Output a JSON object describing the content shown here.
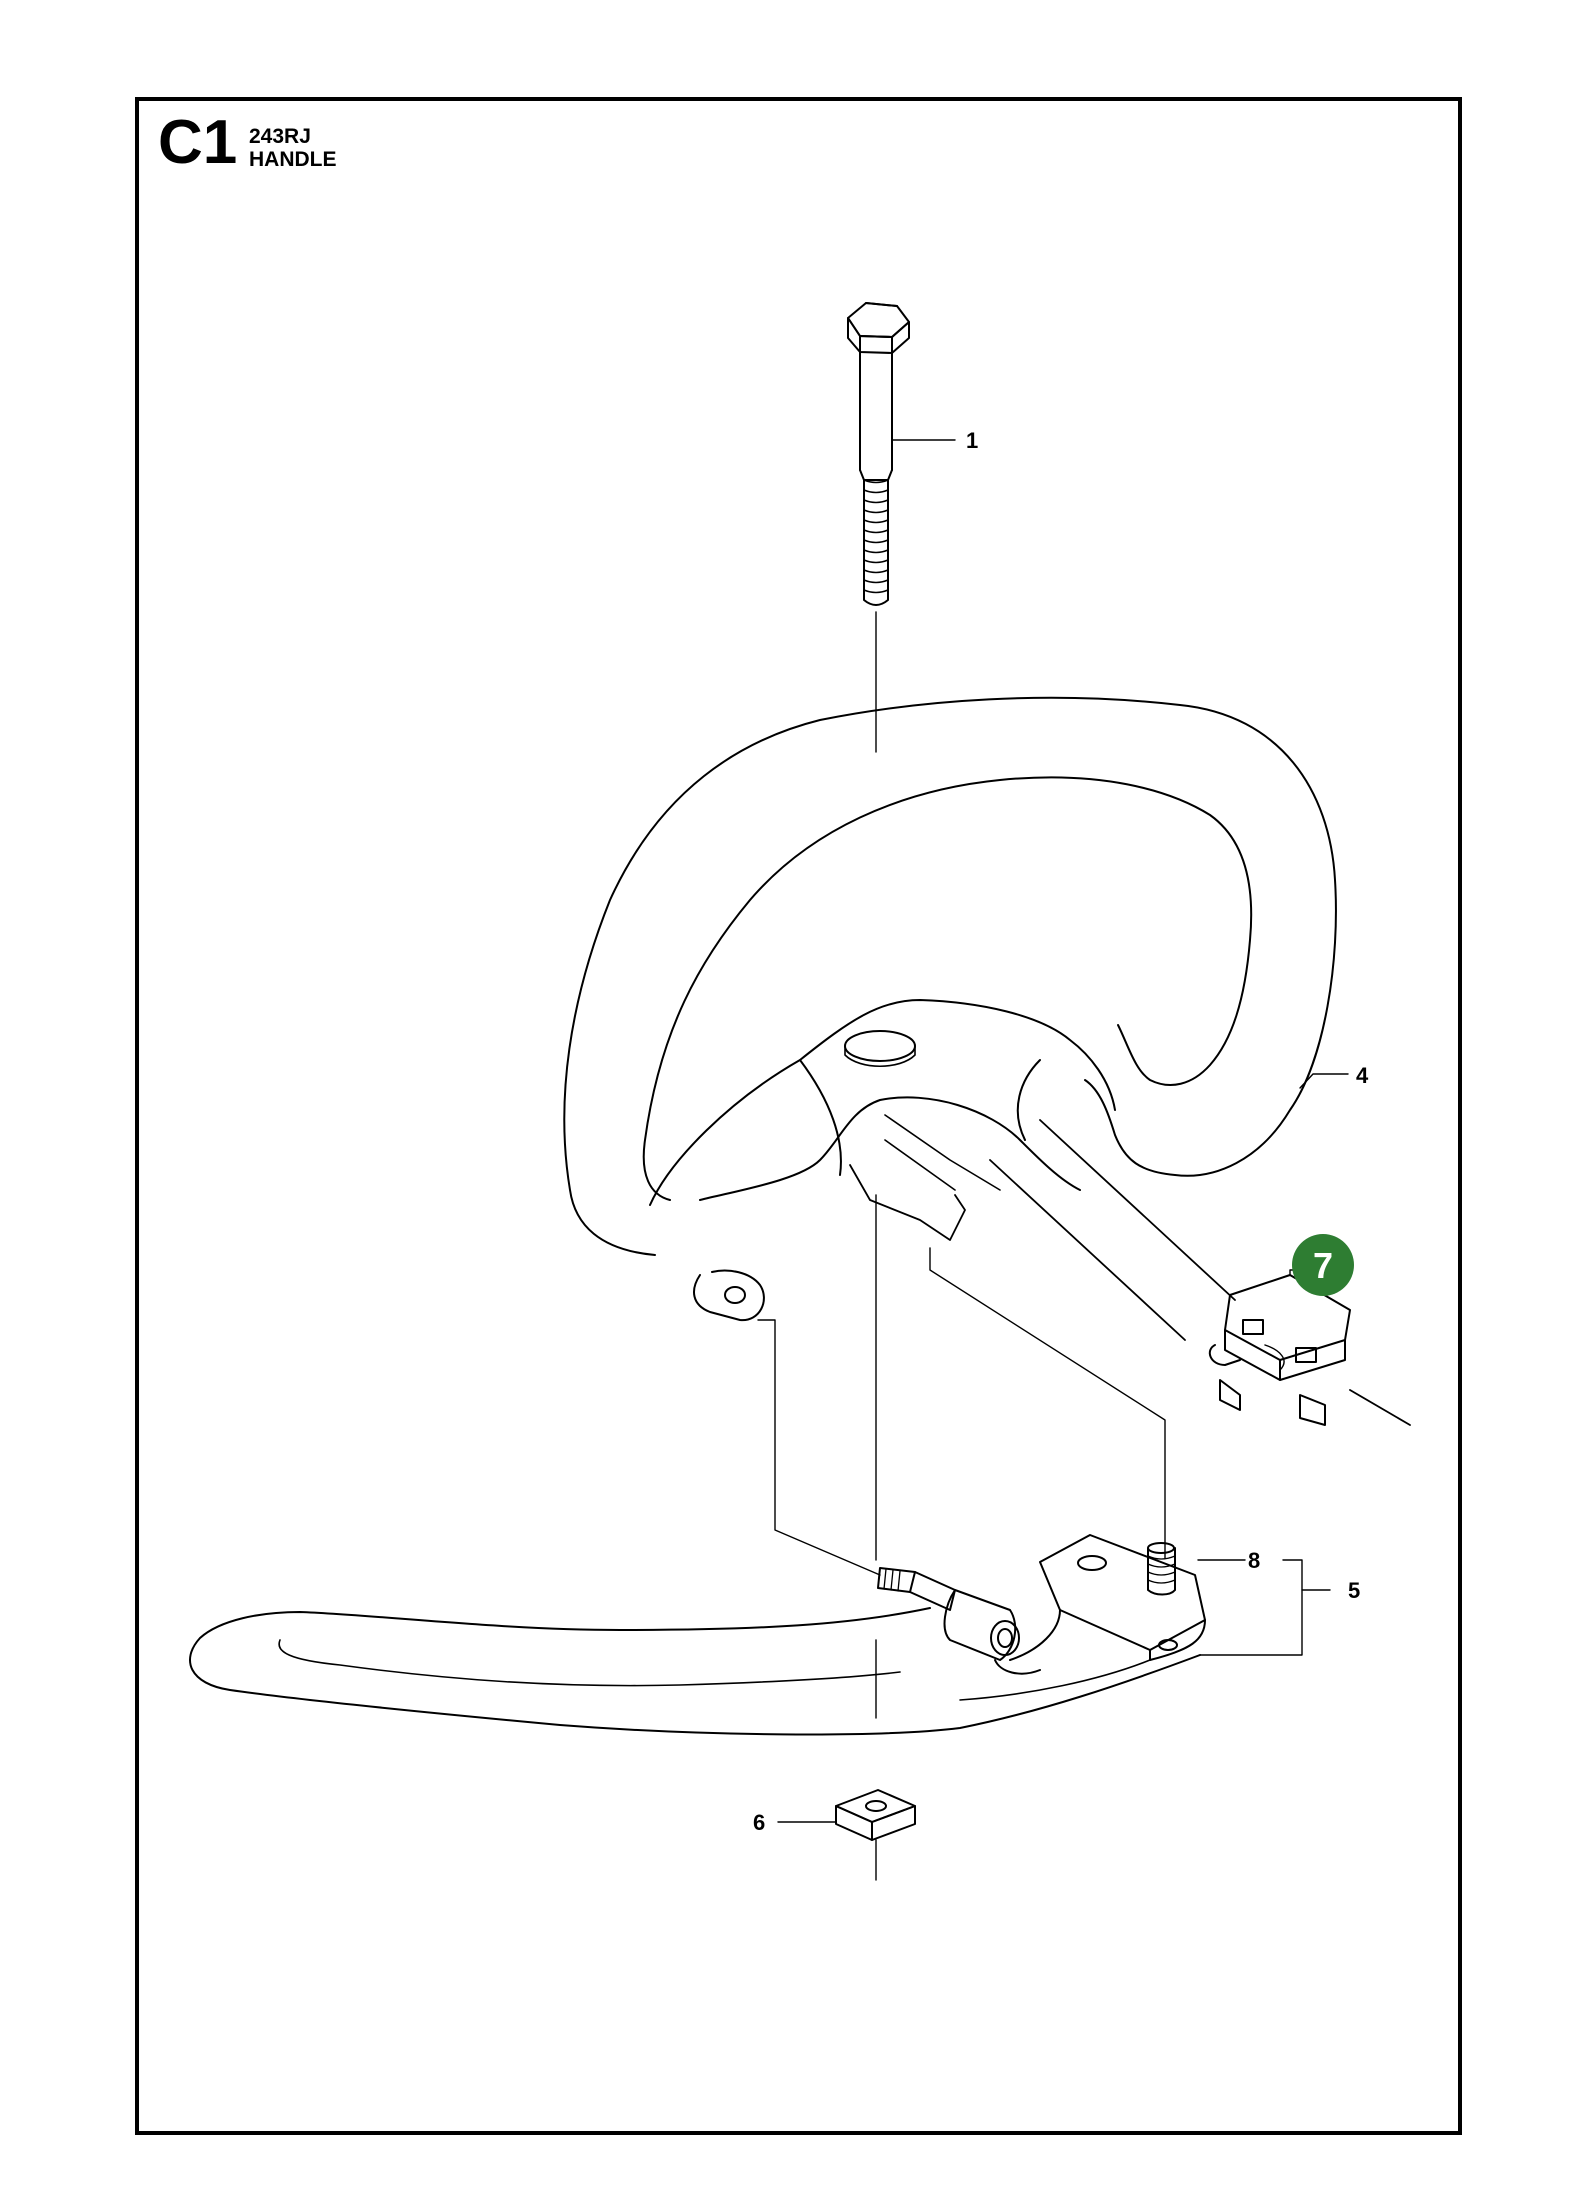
{
  "header": {
    "section_code": "C1",
    "model": "243RJ",
    "title": "HANDLE"
  },
  "colors": {
    "ink": "#000000",
    "badge": "#2e7d32"
  },
  "callouts": {
    "c1": "1",
    "c4": "4",
    "c5": "5",
    "c6": "6",
    "c7": "7",
    "c8": "8"
  }
}
